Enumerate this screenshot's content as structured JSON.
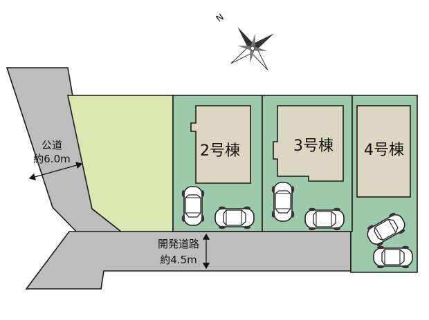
{
  "compass": {
    "north_label": "N",
    "icon": "compass-rose-icon"
  },
  "public_road": {
    "name": "公道",
    "width": "約6.0m"
  },
  "development_road": {
    "name": "開発道路",
    "width": "約4.5m"
  },
  "lots": [
    {
      "label": "2号棟"
    },
    {
      "label": "3号棟"
    },
    {
      "label": "4号棟"
    }
  ],
  "colors": {
    "road": "#bdbdbd",
    "lot_green": "#9ccaab",
    "vacant_green": "#dbe9b0",
    "building": "#ddd6c3",
    "outline": "#1a1a1a"
  }
}
